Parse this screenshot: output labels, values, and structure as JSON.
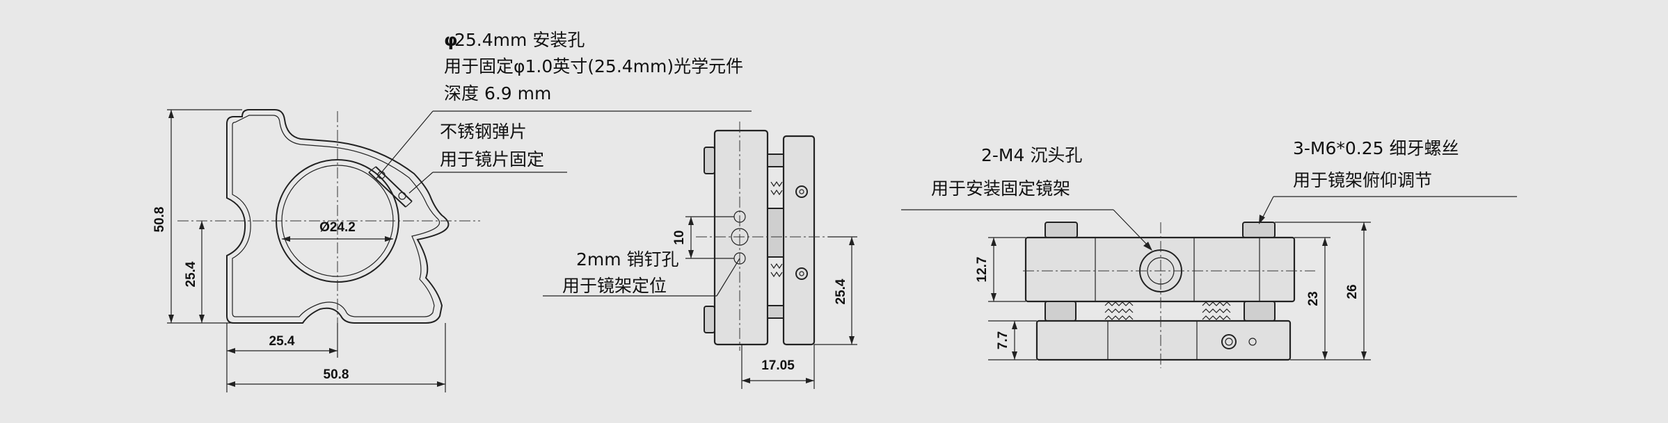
{
  "colors": {
    "background": "#e8e8e8",
    "line": "#222222",
    "part_fill": "#e0e0e0"
  },
  "front_view": {
    "annotations": {
      "hole_title_symbol": "φ",
      "hole_title": "25.4mm 安装孔",
      "hole_purpose": "用于固定φ1.0英寸(25.4mm)光学元件",
      "hole_depth": "深度 6.9 mm",
      "spring_line1": "不锈钢弹片",
      "spring_line2": "用于镜片固定"
    },
    "dimensions": {
      "height_total": "50.8",
      "height_center": "25.4",
      "width_center": "25.4",
      "width_total": "50.8",
      "bore_diameter": "Ø24.2"
    }
  },
  "side_view": {
    "annotations": {
      "pin_line1": "2mm 销钉孔",
      "pin_line2": "用于镜架定位"
    },
    "dimensions": {
      "pin_spacing": "10",
      "center_height": "25.4",
      "depth": "17.05"
    }
  },
  "top_view": {
    "annotations": {
      "m4_line1": "2-M4 沉头孔",
      "m4_line2": "用于安装固定镜架",
      "m6_line1": "3-M6*0.25 细牙螺丝",
      "m6_line2": "用于镜架俯仰调节"
    },
    "dimensions": {
      "upper_height": "12.7",
      "lower_height": "7.7",
      "center_height": "23",
      "total_height": "26"
    }
  }
}
